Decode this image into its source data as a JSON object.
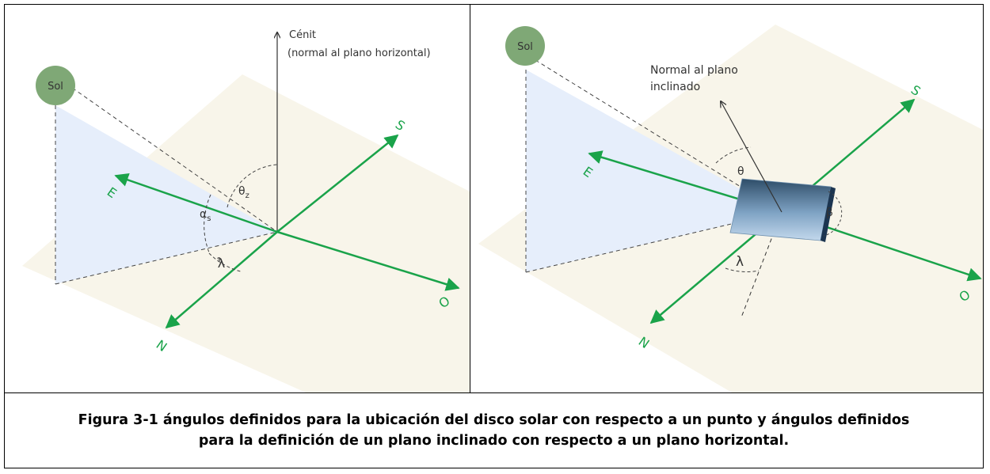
{
  "left_panel": {
    "sun_label": "Sol",
    "zenith_label_line1": "Cénit",
    "zenith_label_line2": "(normal al plano horizontal)",
    "theta_z_label": "θ",
    "theta_z_sub": "z",
    "alpha_s_label": "α",
    "alpha_s_sub": "s",
    "gamma_s_label": "λ",
    "gamma_s_sub": "s",
    "axis_S": "S",
    "axis_E": "E",
    "axis_N": "N",
    "axis_O": "O"
  },
  "right_panel": {
    "sun_label": "Sol",
    "normal_label_line1": "Normal al plano",
    "normal_label_line2": "inclinado",
    "theta_label": "θ",
    "beta_label": "β",
    "gamma_label": "λ",
    "axis_S": "S",
    "axis_E": "E",
    "axis_N": "N",
    "axis_O": "O"
  },
  "caption": {
    "text": "Figura 3-1 ángulos definidos para la ubicación del disco solar con respecto a un punto y ángulos definidos para la definición de un plano inclinado con respecto a un plano horizontal."
  },
  "colors": {
    "axis_green": "#1aa34a",
    "sun_green": "#7fa876",
    "ground_plane": "#f8f5ea",
    "sun_triangle": "#e6eefb",
    "panel_dark": "#2e4d68",
    "panel_light": "#b7d0e6"
  }
}
